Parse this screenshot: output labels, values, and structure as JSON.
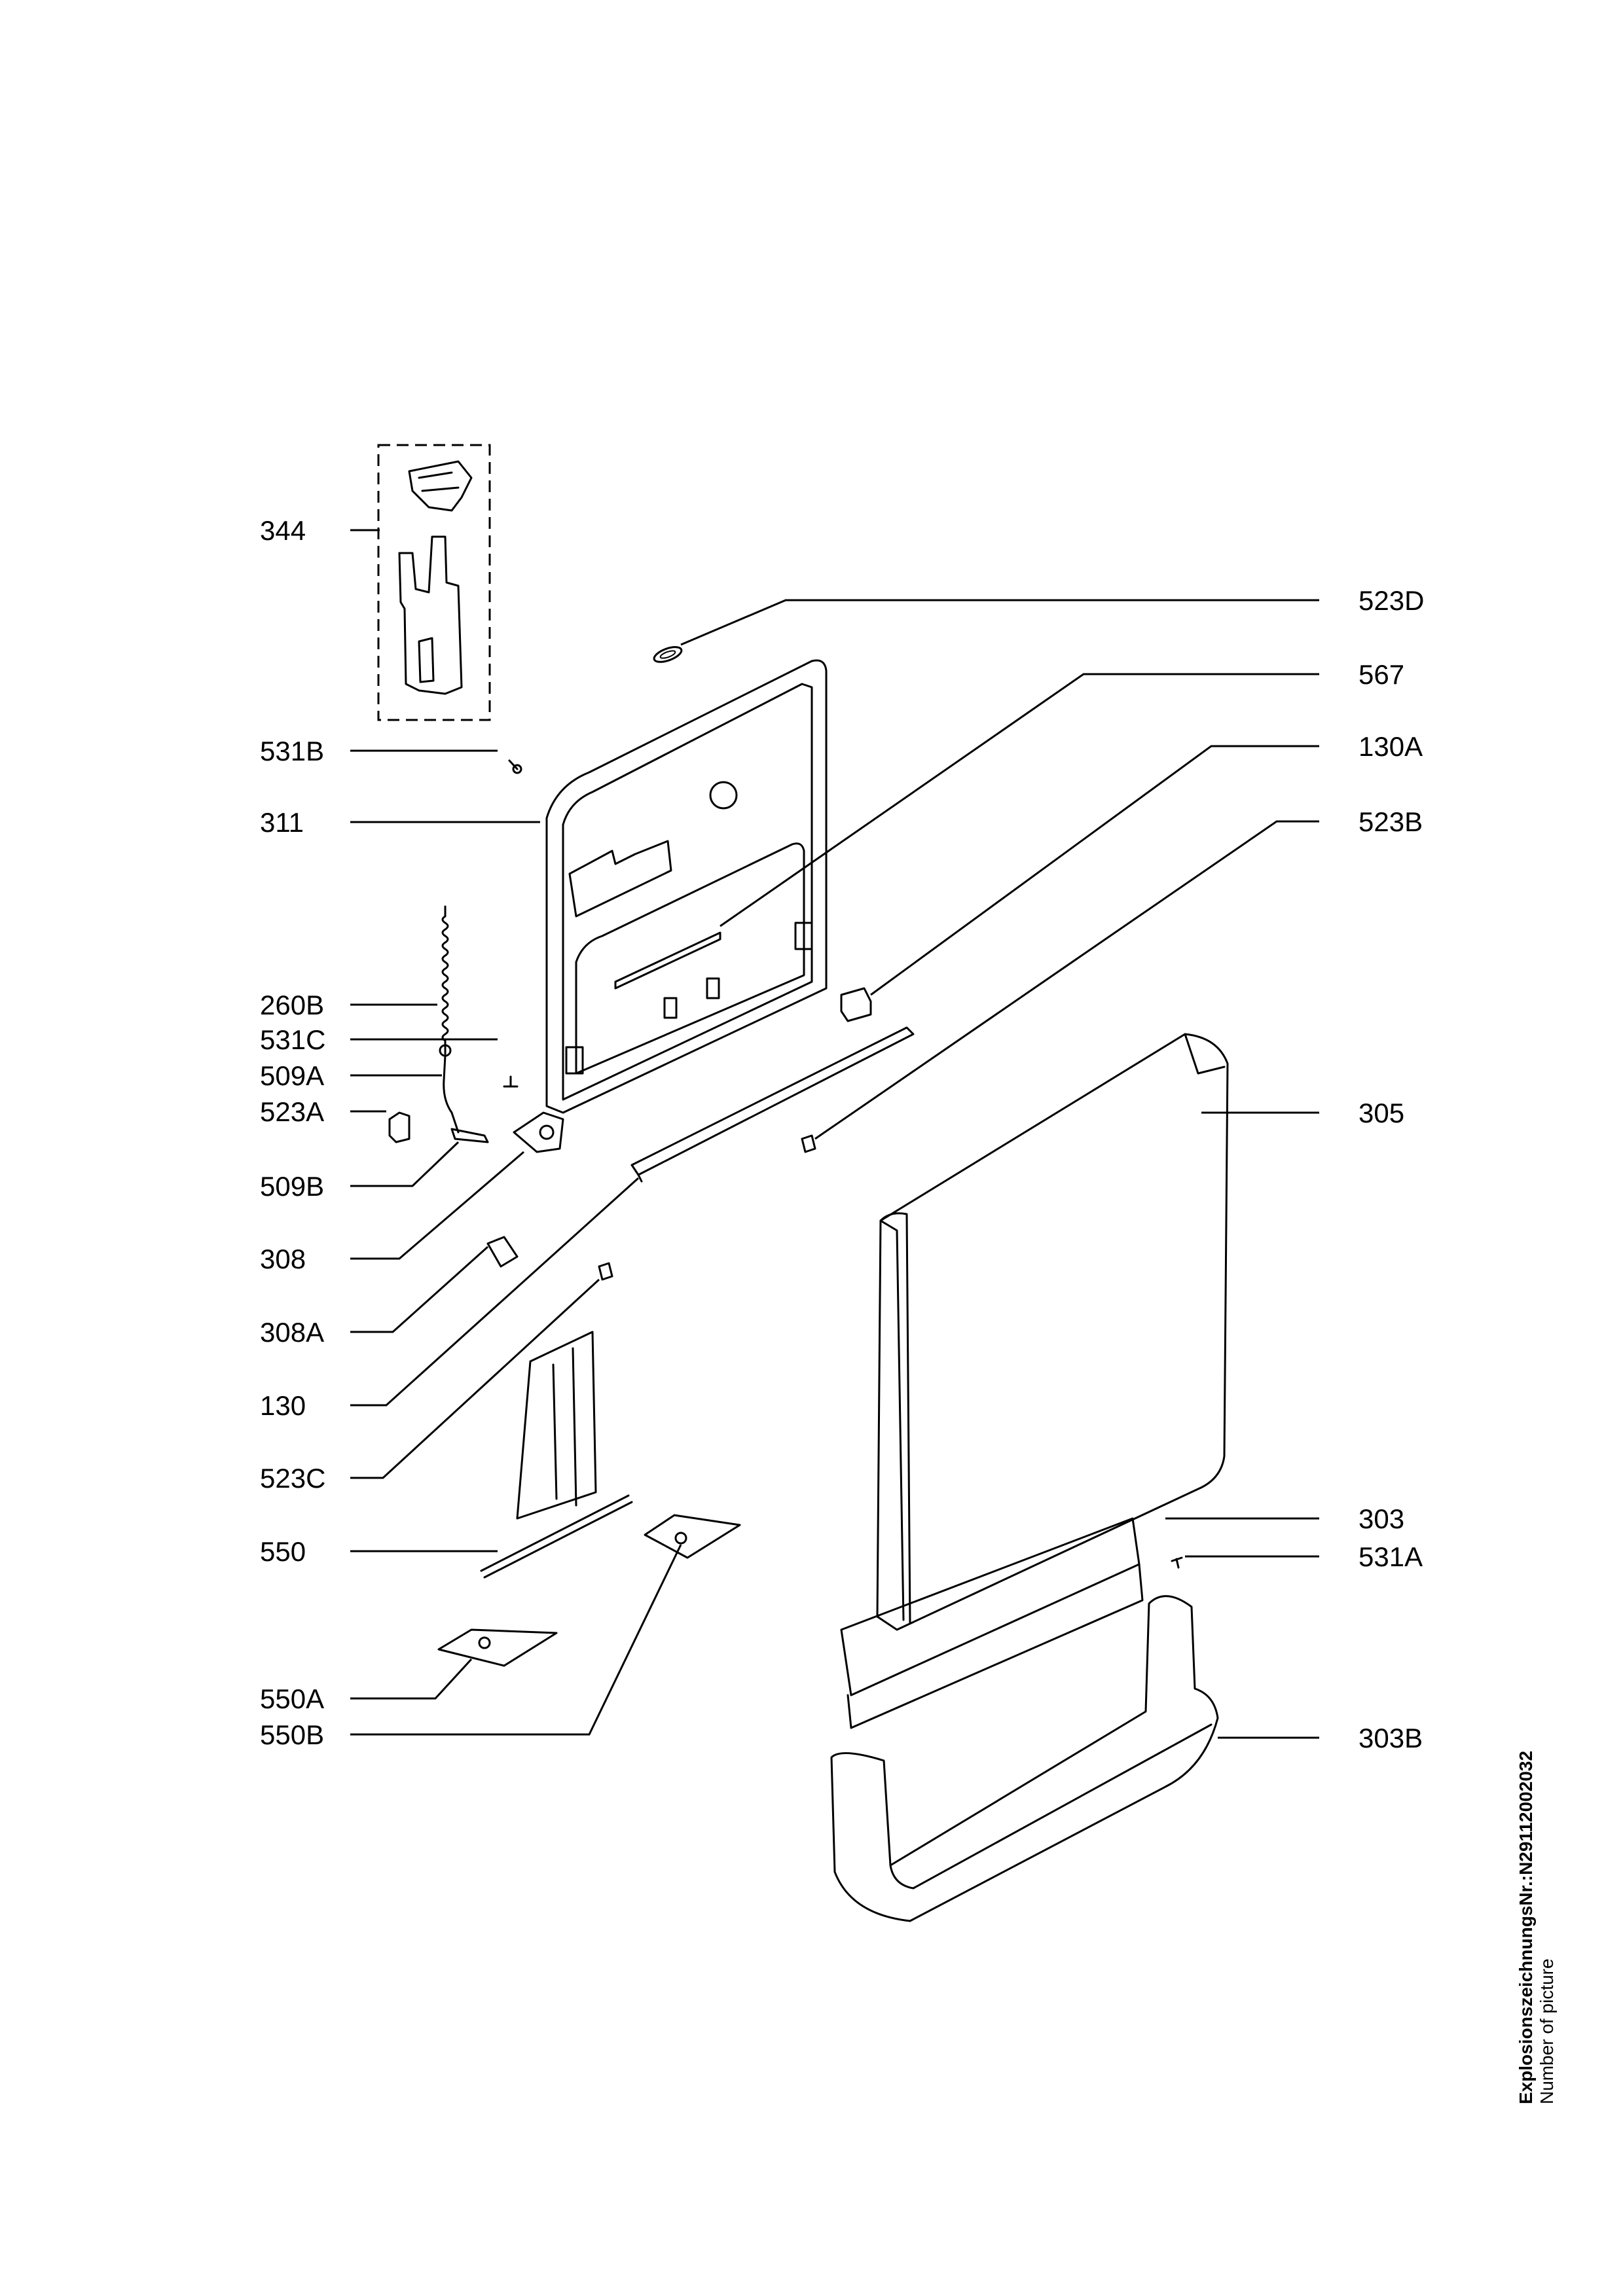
{
  "labels": {
    "l344": "344",
    "l531B": "531B",
    "l311": "311",
    "l260B": "260B",
    "l531C": "531C",
    "l509A": "509A",
    "l523A": "523A",
    "l509B": "509B",
    "l308": "308",
    "l308A": "308A",
    "l130": "130",
    "l523C": "523C",
    "l550": "550",
    "l550A": "550A",
    "l550B": "550B",
    "l523D": "523D",
    "l567": "567",
    "l130A": "130A",
    "l523B": "523B",
    "l305": "305",
    "l303": "303",
    "l531A": "531A",
    "l303B": "303B"
  },
  "caption": {
    "title_prefix": "Explosionszeichnungs",
    "title_number": "Nr.:N29112002032",
    "subtitle": "Number of picture"
  }
}
